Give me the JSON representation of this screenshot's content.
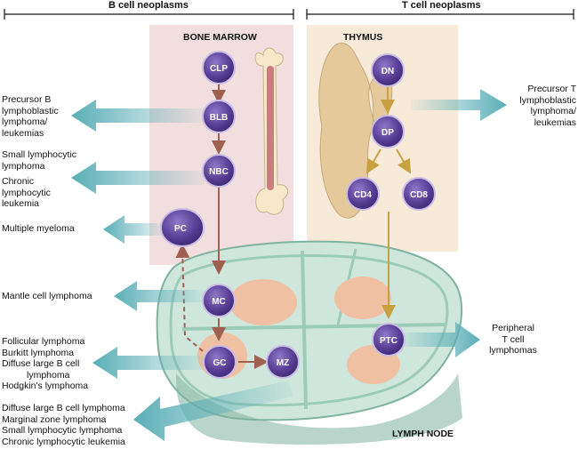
{
  "headers": {
    "b_cell": "B cell neoplasms",
    "t_cell": "T cell neoplasms"
  },
  "regions": {
    "bone_marrow": "BONE MARROW",
    "thymus": "THYMUS",
    "lymph_node": "LYMPH NODE"
  },
  "cells": {
    "clp": "CLP",
    "blb": "BLB",
    "nbc": "NBC",
    "pc": "PC",
    "mc": "MC",
    "gc": "GC",
    "mz": "MZ",
    "dn": "DN",
    "dp": "DP",
    "cd4": "CD4",
    "cd8": "CD8",
    "ptc": "PTC"
  },
  "neoplasms": {
    "precursor_b": [
      "Precursor B",
      "lymphoblastic",
      "lymphoma/",
      "leukemias"
    ],
    "sll_cll": [
      "Small lymphocytic",
      "lymphoma",
      "Chronic",
      "lymphocytic",
      "leukemia"
    ],
    "myeloma": [
      "Multiple myeloma"
    ],
    "mantle": [
      "Mantle cell lymphoma"
    ],
    "gc_group": [
      "Follicular lymphoma",
      "Burkitt lymphoma",
      "Diffuse large B cell",
      "lymphoma",
      "Hodgkin's lymphoma"
    ],
    "mz_group": [
      "Diffuse large B cell lymphoma",
      "Marginal zone lymphoma",
      "Small lymphocytic lymphoma",
      "Chronic lymphocytic leukemia"
    ],
    "precursor_t": [
      "Precursor T",
      "lymphoblastic",
      "lymphoma/",
      "leukemias"
    ],
    "peripheral_t": [
      "Peripheral",
      "T cell",
      "lymphomas"
    ]
  },
  "colors": {
    "bone_marrow_bg": "#f2dede",
    "thymus_bg": "#f7ead8",
    "arrow": "#5aaeb6",
    "cell": "#5b3f97",
    "node": "#cfe6dc",
    "follicle": "#f0c0a2",
    "b_path": "#a06050",
    "t_path": "#c8a040"
  }
}
